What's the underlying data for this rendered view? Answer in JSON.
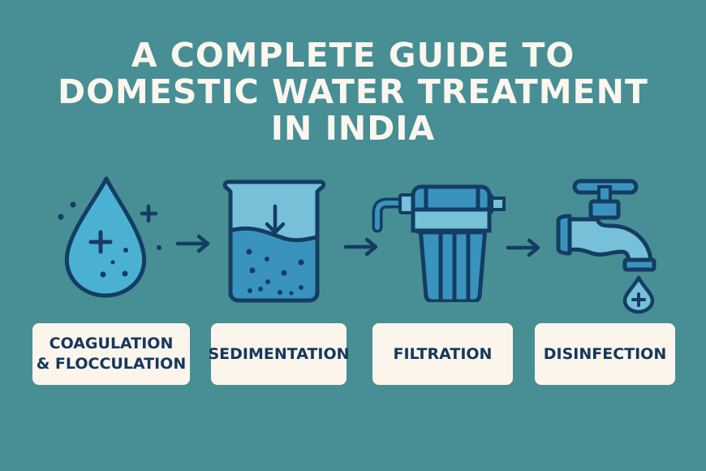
{
  "title": {
    "lines": [
      "A COMPLETE GUIDE TO",
      "DOMESTIC WATER TREATMENT",
      "IN INDIA"
    ]
  },
  "steps": [
    {
      "label_lines": [
        "COAGULATION",
        "& FLOCCULATION"
      ],
      "icon": "water-drop-with-particles-icon"
    },
    {
      "label_lines": [
        "SEDIMENTATION"
      ],
      "icon": "beaker-settling-icon"
    },
    {
      "label_lines": [
        "FILTRATION"
      ],
      "icon": "water-filter-cartridge-icon"
    },
    {
      "label_lines": [
        "DISINFECTION"
      ],
      "icon": "tap-with-drop-icon"
    }
  ],
  "colors": {
    "background": "#478f95",
    "title_text": "#fbf6ee",
    "card_bg": "#fbf5ec",
    "card_text": "#15385c",
    "icon_outline": "#133d62",
    "icon_light_blue": "#6fc3da",
    "icon_mid_blue": "#3a93bd"
  }
}
